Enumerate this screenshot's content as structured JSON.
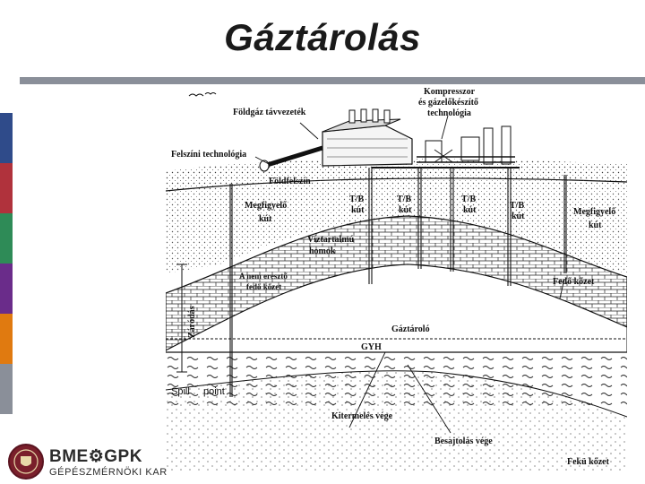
{
  "title": "Gáztárolás",
  "colors": {
    "rule": "#8a8f99",
    "stripes": [
      "#2f4b8a",
      "#b0323c",
      "#2e8b57",
      "#6a2c8a",
      "#e07a10",
      "#8a8f99"
    ],
    "seal": "#7a1f2b"
  },
  "labels": {
    "kompresszor": "Kompresszor",
    "gazelokeszito": "és gázelőkészítő",
    "technologia": "technológia",
    "foldgaz": "Földgáz távvezeték",
    "felszini": "Felszíni technológia",
    "foldfelszin": "Földfelszín",
    "tb": "T/B",
    "kut": "kút",
    "megfigyelo": "Megfigyelő",
    "viztartalmu": "Víztartalmú",
    "homok": "homok",
    "nem_ereszto": "A nem eresztő",
    "fedo_kozet_l": "fedő kőzet",
    "fedo_kozet": "Fedő kőzet",
    "zarodas": "Záródás",
    "gaztarolo": "Gáztároló",
    "gyh": "GYH",
    "spill": "Spill",
    "point": "point",
    "kitermeles": "Kitermelés vége",
    "besajtolas": "Besajtolás vége",
    "fekui": "Fekü kőzet"
  },
  "logo": {
    "line1": "BME⚙GPK",
    "line2": "GÉPÉSZMÉRNÖKI KAR",
    "icon": "bme-seal-icon"
  }
}
